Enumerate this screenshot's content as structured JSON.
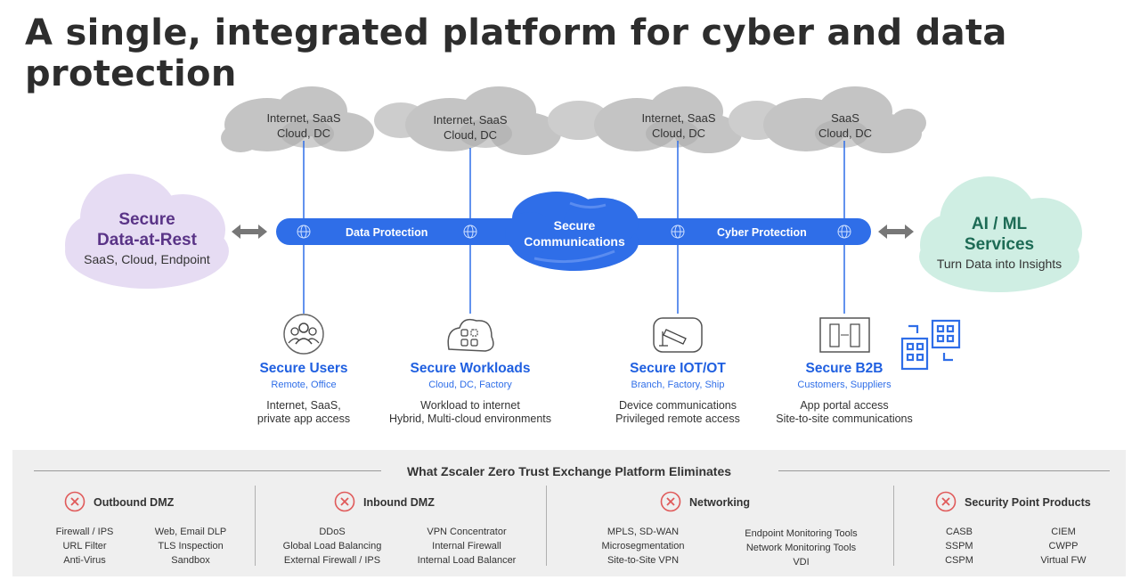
{
  "title": "A single, integrated platform for cyber and data protection",
  "clouds": [
    {
      "line1": "Internet, SaaS",
      "line2": "Cloud, DC"
    },
    {
      "line1": "Internet, SaaS",
      "line2": "Cloud, DC"
    },
    {
      "line1": "Internet, SaaS",
      "line2": "Cloud, DC"
    },
    {
      "line1": "SaaS",
      "line2": "Cloud, DC"
    }
  ],
  "left_cloud": {
    "line1": "Secure",
    "line2": "Data-at-Rest",
    "sub": "SaaS, Cloud, Endpoint"
  },
  "right_cloud": {
    "line1": "AI / ML",
    "line2": "Services",
    "sub": "Turn Data into Insights"
  },
  "bar": {
    "left_label": "Data Protection",
    "right_label": "Cyber Protection"
  },
  "center": {
    "line1": "Secure",
    "line2": "Communications"
  },
  "nodes": [
    {
      "title": "Secure Users",
      "sub": "Remote, Office",
      "desc1": "Internet, SaaS,",
      "desc2": "private app access",
      "icon": "users-icon"
    },
    {
      "title": "Secure Workloads",
      "sub": "Cloud, DC, Factory",
      "desc1": "Workload to internet",
      "desc2": "Hybrid, Multi-cloud environments",
      "icon": "workloads-icon"
    },
    {
      "title": "Secure IOT/OT",
      "sub": "Branch, Factory, Ship",
      "desc1": "Device communications",
      "desc2": "Privileged remote access",
      "icon": "camera-icon"
    },
    {
      "title": "Secure B2B",
      "sub": "Customers, Suppliers",
      "desc1": "App portal access",
      "desc2": "Site-to-site communications",
      "icon": "buildings-icon"
    }
  ],
  "eliminates": {
    "title": "What Zscaler Zero Trust Exchange Platform Eliminates",
    "categories": [
      {
        "name": "Outbound DMZ",
        "col1": [
          "Firewall / IPS",
          "URL Filter",
          "Anti-Virus"
        ],
        "col2": [
          "Web, Email DLP",
          "TLS Inspection",
          "Sandbox"
        ]
      },
      {
        "name": "Inbound DMZ",
        "col1": [
          "DDoS",
          "Global Load Balancing",
          "External Firewall / IPS"
        ],
        "col2": [
          "VPN Concentrator",
          "Internal Firewall",
          "Internal Load Balancer"
        ]
      },
      {
        "name": "Networking",
        "col1": [
          "MPLS, SD-WAN",
          "Microsegmentation",
          "Site-to-Site VPN"
        ],
        "col2": [
          "Endpoint Monitoring Tools",
          "Network Monitoring Tools",
          "VDI"
        ]
      },
      {
        "name": "Security Point Products",
        "col1": [
          "CASB",
          "SSPM",
          "CSPM"
        ],
        "col2": [
          "CIEM",
          "CWPP",
          "Virtual FW"
        ]
      }
    ]
  },
  "colors": {
    "blue": "#2f6ee8",
    "node_title": "#1f5fe0",
    "left_cloud": "#e6dcf3",
    "right_cloud": "#cfeee3",
    "gray_cloud": "#bdbdbd",
    "x_red": "#e05a5a"
  }
}
